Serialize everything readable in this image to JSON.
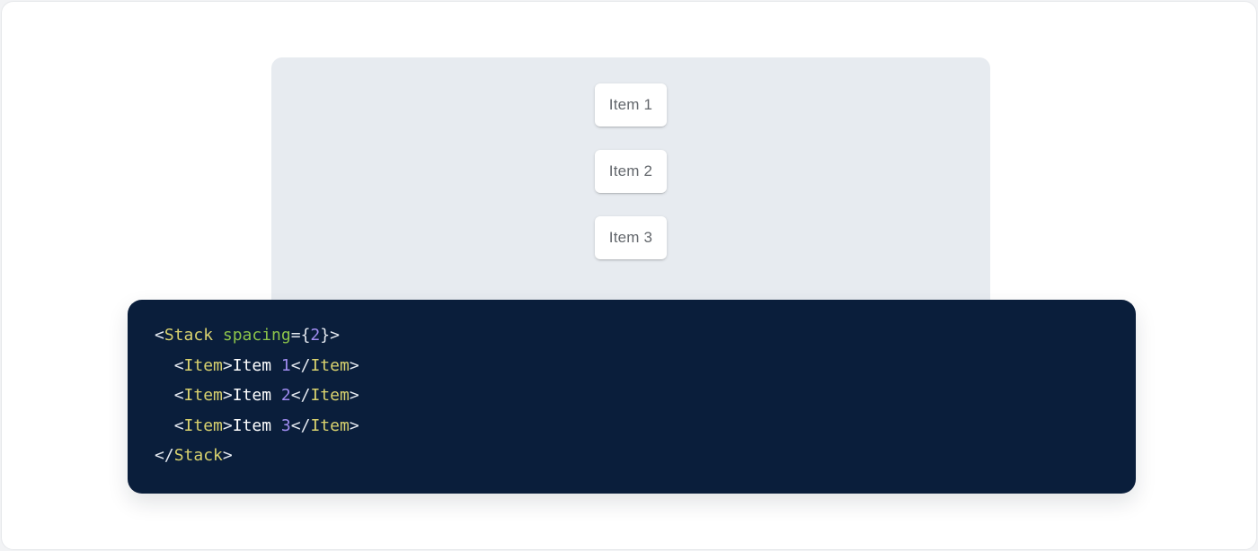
{
  "demo": {
    "items": [
      {
        "label": "Item 1"
      },
      {
        "label": "Item 2"
      },
      {
        "label": "Item 3"
      }
    ]
  },
  "code": {
    "plain_text": "<Stack spacing={2}>\n  <Item>Item 1</Item>\n  <Item>Item 2</Item>\n  <Item>Item 3</Item>\n</Stack>",
    "lines": [
      {
        "tokens": [
          {
            "t": "<",
            "c": "punct"
          },
          {
            "t": "Stack",
            "c": "tag"
          },
          {
            "t": " ",
            "c": "plain"
          },
          {
            "t": "spacing",
            "c": "attr"
          },
          {
            "t": "=",
            "c": "punct"
          },
          {
            "t": "{",
            "c": "punct"
          },
          {
            "t": "2",
            "c": "num"
          },
          {
            "t": "}",
            "c": "punct"
          },
          {
            "t": ">",
            "c": "punct"
          }
        ]
      },
      {
        "tokens": [
          {
            "t": "  ",
            "c": "plain"
          },
          {
            "t": "<",
            "c": "punct"
          },
          {
            "t": "Item",
            "c": "tag"
          },
          {
            "t": ">",
            "c": "punct"
          },
          {
            "t": "Item ",
            "c": "plain"
          },
          {
            "t": "1",
            "c": "num"
          },
          {
            "t": "</",
            "c": "punct"
          },
          {
            "t": "Item",
            "c": "tag"
          },
          {
            "t": ">",
            "c": "punct"
          }
        ]
      },
      {
        "tokens": [
          {
            "t": "  ",
            "c": "plain"
          },
          {
            "t": "<",
            "c": "punct"
          },
          {
            "t": "Item",
            "c": "tag"
          },
          {
            "t": ">",
            "c": "punct"
          },
          {
            "t": "Item ",
            "c": "plain"
          },
          {
            "t": "2",
            "c": "num"
          },
          {
            "t": "</",
            "c": "punct"
          },
          {
            "t": "Item",
            "c": "tag"
          },
          {
            "t": ">",
            "c": "punct"
          }
        ]
      },
      {
        "tokens": [
          {
            "t": "  ",
            "c": "plain"
          },
          {
            "t": "<",
            "c": "punct"
          },
          {
            "t": "Item",
            "c": "tag"
          },
          {
            "t": ">",
            "c": "punct"
          },
          {
            "t": "Item ",
            "c": "plain"
          },
          {
            "t": "3",
            "c": "num"
          },
          {
            "t": "</",
            "c": "punct"
          },
          {
            "t": "Item",
            "c": "tag"
          },
          {
            "t": ">",
            "c": "punct"
          }
        ]
      },
      {
        "tokens": [
          {
            "t": "</",
            "c": "punct"
          },
          {
            "t": "Stack",
            "c": "tag"
          },
          {
            "t": ">",
            "c": "punct"
          }
        ]
      }
    ]
  },
  "colors": {
    "page_background": "#FFFFFF",
    "demo_background": "#E7EBF0",
    "item_card_background": "#FFFFFF",
    "item_text": "#63676C",
    "code_background": "#0A1E3B",
    "syntax": {
      "tag": "#D9D26E",
      "attr": "#8BC34A",
      "num": "#A08CF0",
      "punct": "#E4E9F0",
      "plain": "#FFFFFF"
    }
  }
}
